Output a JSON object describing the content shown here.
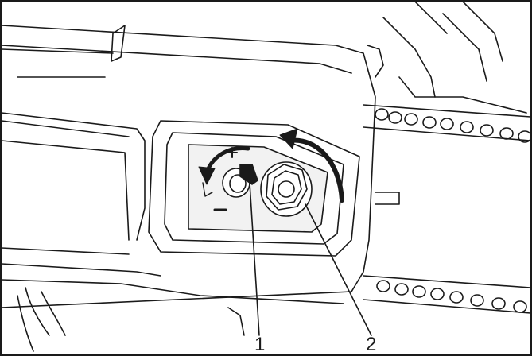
{
  "callouts": [
    {
      "label": "1",
      "part": "chain-tension-adjuster-screw"
    },
    {
      "label": "2",
      "part": "guide-bar-nut"
    }
  ],
  "adjuster_marks": {
    "plus": "+",
    "minus": "−"
  },
  "colors": {
    "line": "#1a1a1a",
    "fill": "#ffffff",
    "shade": "#f2f2f2"
  }
}
